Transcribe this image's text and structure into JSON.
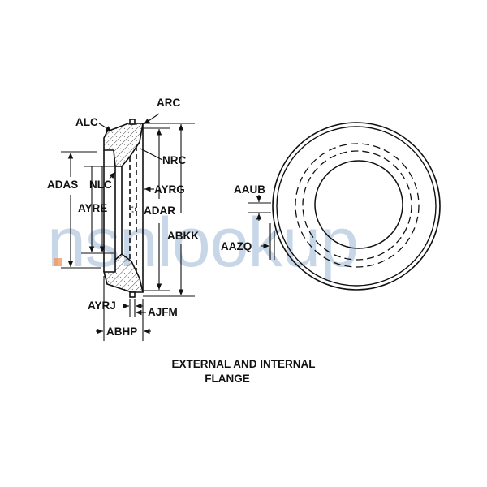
{
  "diagram": {
    "title_line1": "EXTERNAL AND INTERNAL",
    "title_line2": "FLANGE",
    "watermark": "nsnlookup",
    "colors": {
      "line": "#111111",
      "watermark": "#6e96c3",
      "watermark_accent": "#f0965a"
    },
    "section_view_labels": {
      "arc": "ARC",
      "alc": "ALC",
      "nrc": "NRC",
      "adas": "ADAS",
      "nlc": "NLC",
      "ayrg": "AYRG",
      "ayre": "AYRE",
      "adar": "ADAR",
      "abkk": "ABKK",
      "ayrj": "AYRJ",
      "ajfm": "AJFM",
      "abhp": "ABHP"
    },
    "plan_view_labels": {
      "aaub": "AAUB",
      "aazq": "AAZQ"
    }
  }
}
